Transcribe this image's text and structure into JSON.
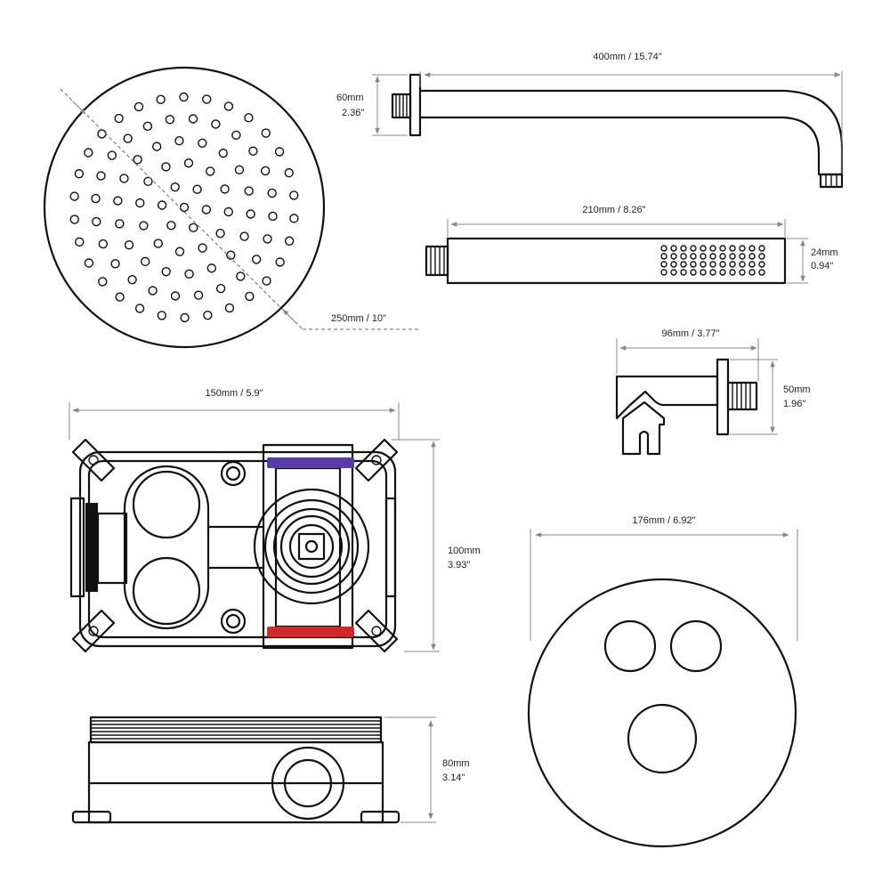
{
  "colors": {
    "line": "#111111",
    "dimension": "#888888",
    "hot": "#cf2a27",
    "cold": "#5a3aa8",
    "plug": "#111111"
  },
  "dimensions": {
    "shower_head_diameter": "250mm / 10\"",
    "arm_length": "400mm / 15.74\"",
    "arm_height_mm": "60mm",
    "arm_height_in": "2.36\"",
    "hand_shower_length": "210mm / 8.26\"",
    "hand_shower_height_mm": "24mm",
    "hand_shower_height_in": "0.94\"",
    "holder_width": "96mm / 3.77\"",
    "holder_height_mm": "50mm",
    "holder_height_in": "1.96\"",
    "box_width": "150mm / 5.9\"",
    "box_height_mm": "100mm",
    "box_height_in": "3.93\"",
    "box_depth_mm": "80mm",
    "box_depth_in": "3.14\"",
    "plate_diameter": "176mm / 6.92\""
  }
}
